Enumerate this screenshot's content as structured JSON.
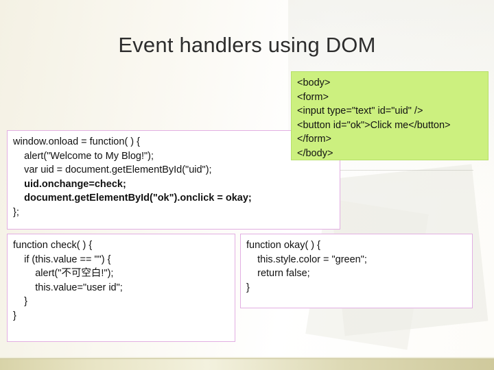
{
  "slide": {
    "title": "Event handlers using DOM",
    "html_snippet": {
      "lines": [
        "<body>",
        "<form>",
        "<input type=\"text\" id=\"uid\" />",
        "<button id=\"ok\">Click me</button>",
        "</form>",
        "</body>"
      ]
    },
    "main_script": {
      "lines": [
        "window.onload = function( ) {",
        "    alert(\"Welcome to My Blog!\");",
        "    var uid = document.getElementById(\"uid\");",
        "    uid.onchange=check;",
        "    document.getElementById(\"ok\").onclick = okay;",
        "};"
      ]
    },
    "check_function": {
      "lines": [
        "function check( ) {",
        "    if (this.value == \"\") {",
        "        alert(\"不可空白!\");",
        "        this.value=\"user id\";",
        "    }",
        "}"
      ]
    },
    "okay_function": {
      "lines": [
        "function okay( ) {",
        "    this.style.color = \"green\";",
        "    return false;",
        "}"
      ]
    }
  },
  "colors": {
    "html_box_bg": "#ccf07f",
    "code_box_border": "#e2aee2",
    "title_color": "#2d2d2d",
    "bottom_bar": "#ddd9b4"
  }
}
